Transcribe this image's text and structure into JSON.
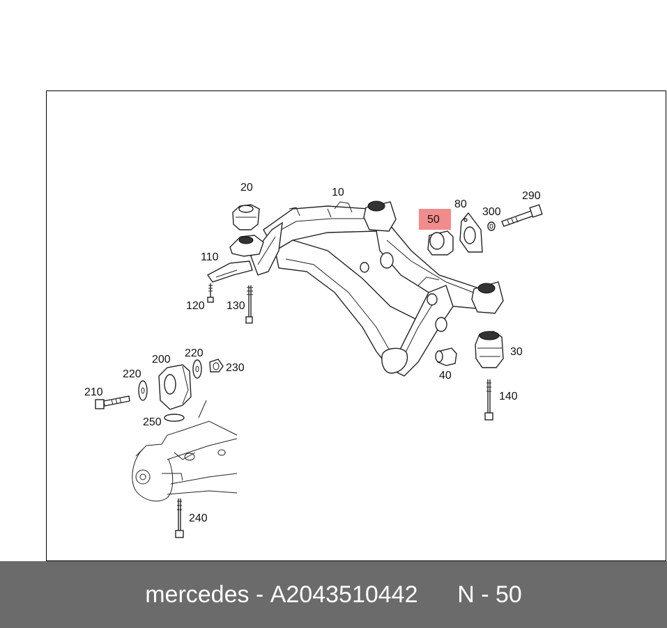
{
  "callouts": {
    "c10": "10",
    "c20": "20",
    "c30": "30",
    "c40": "40",
    "c50": "50",
    "c80": "80",
    "c110": "110",
    "c120": "120",
    "c130": "130",
    "c140": "140",
    "c200": "200",
    "c210": "210",
    "c220a": "220",
    "c220b": "220",
    "c230": "230",
    "c240": "240",
    "c250": "250",
    "c290": "290",
    "c300": "300"
  },
  "highlight_color": "#f28b8b",
  "footer": {
    "brand": "mercedes",
    "separator": " - ",
    "part_number": "A2043510442",
    "position_label": "N - 50"
  }
}
